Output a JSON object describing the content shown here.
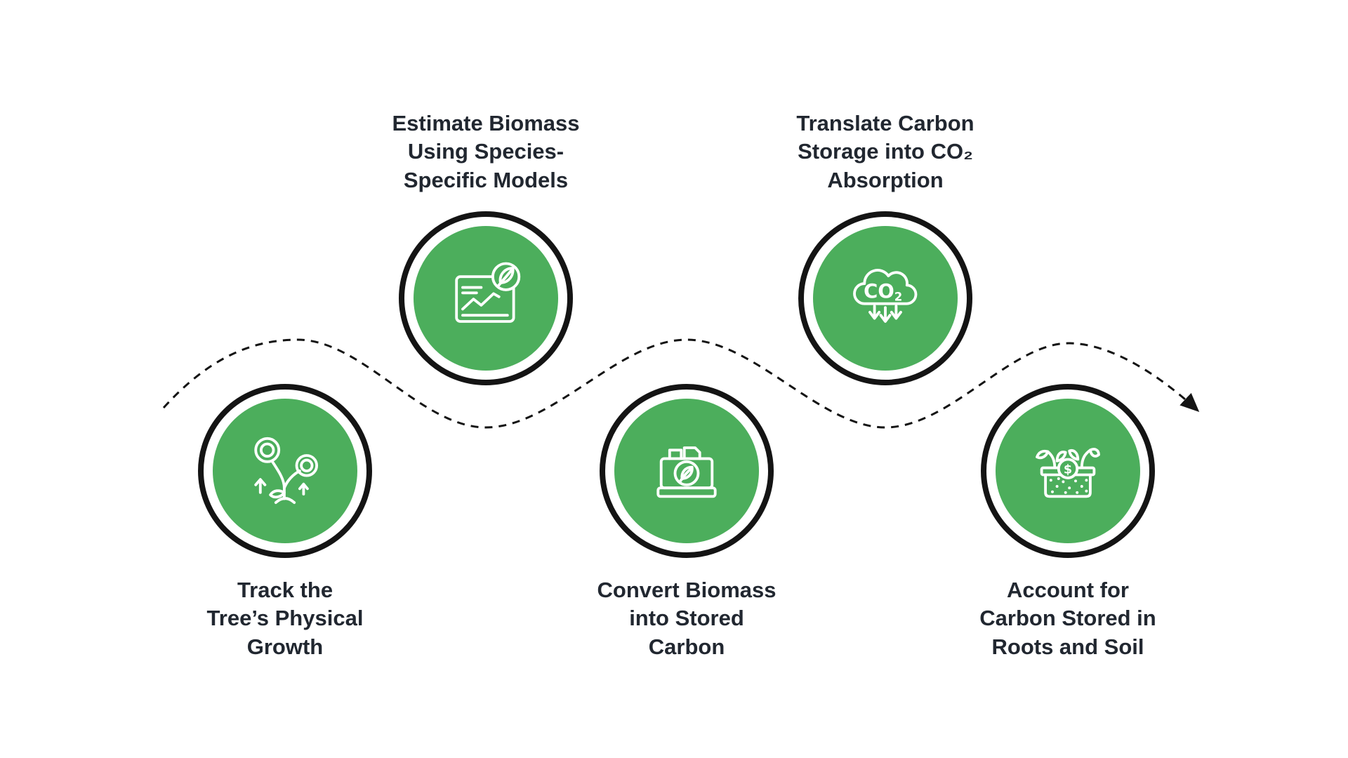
{
  "colors": {
    "bg": "#ffffff",
    "green": "#4CAE5C",
    "ink": "#141414",
    "text": "#212730"
  },
  "connector": {
    "style": "dashed-wave",
    "color": "#141414",
    "end": "arrowhead"
  },
  "steps": [
    {
      "label": "Track the\nTree’s Physical\nGrowth",
      "icon": "sapling-growth-icon"
    },
    {
      "label": "Estimate Biomass\nUsing Species-\nSpecific Models",
      "icon": "species-model-chart-icon"
    },
    {
      "label": "Convert Biomass\ninto Stored\nCarbon",
      "icon": "stored-carbon-box-icon"
    },
    {
      "label": "Translate Carbon\nStorage into CO₂\nAbsorption",
      "icon": "co2-cloud-icon"
    },
    {
      "label": "Account for\nCarbon Stored in\nRoots and Soil",
      "icon": "roots-soil-carbon-icon"
    }
  ]
}
